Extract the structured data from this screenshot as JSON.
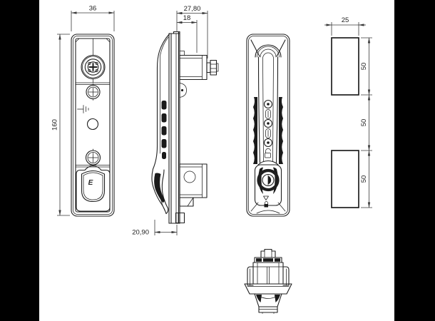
{
  "colors": {
    "background": "#ffffff",
    "line": "#1f1f1f",
    "dimension": "#3a3a3a",
    "bar": "#000000",
    "fill_dark": "#1a1a1a"
  },
  "dimensions": {
    "front_width": "36",
    "front_height": "160",
    "side_total_depth": "27,80",
    "side_body_depth": "18",
    "side_handle_depth": "20,90",
    "plate_width": "25",
    "plate_top_height": "50",
    "plate_gap": "50",
    "plate_bottom_height": "50"
  },
  "logo": {
    "brand_letter": "E"
  }
}
